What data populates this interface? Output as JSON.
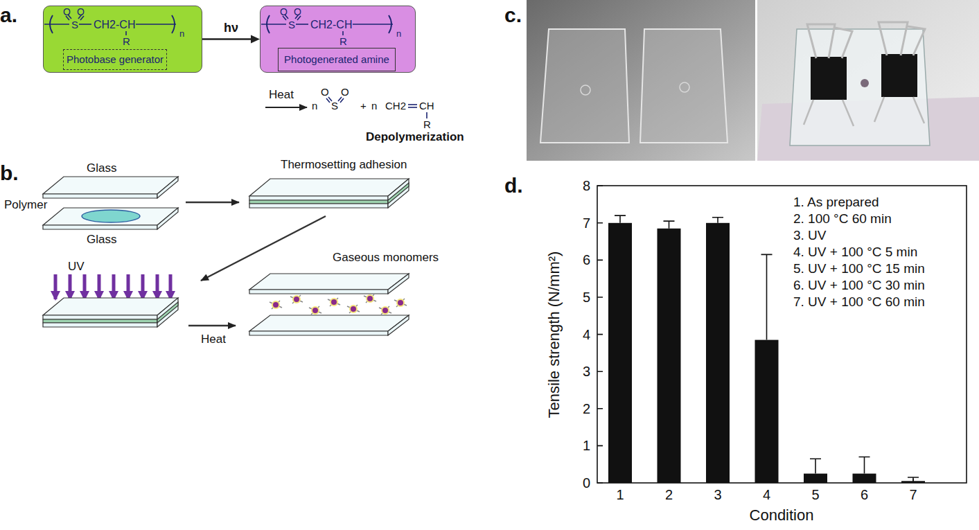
{
  "diagram": {
    "nodes": [
      {
        "text": [
          "O",
          "O",
          "S",
          "CH2-CH",
          "R",
          "n"
        ]
      },
      {
        "text": [
          "Photobase generator"
        ],
        "in": 0
      },
      {
        "text": [
          "O",
          "O",
          "S",
          "CH2-CH",
          "R",
          "n"
        ]
      },
      {
        "text": [
          "Photogenerated amine"
        ],
        "in": 2
      }
    ],
    "edges": [
      {
        "from": 0,
        "to": 2,
        "arrow": "to",
        "label": "hν"
      }
    ],
    "labels": [
      "a.",
      "Heat",
      "n",
      "O",
      "S",
      "O",
      "+",
      "n",
      "CH2",
      "CH",
      "R",
      "Depolymerization",
      "b.",
      "Glass",
      "Polymer",
      "Glass",
      "Thermosetting adhesion",
      "UV",
      "Heat",
      "Gaseous monomers",
      "c.",
      "d.",
      "8",
      "7",
      "6",
      "5",
      "4",
      "3",
      "2",
      "1",
      "0",
      "Tensile strength (N/mm²)",
      "1",
      "2",
      "3",
      "4",
      "5",
      "6",
      "7",
      "Condition",
      "1. As prepared",
      "2. 100 °C 60 min",
      "3. UV",
      "4. UV + 100 °C 5 min",
      "5. UV + 100 °C 15 min",
      "6. UV + 100 °C 30 min",
      "7. UV + 100 °C 60 min"
    ]
  }
}
